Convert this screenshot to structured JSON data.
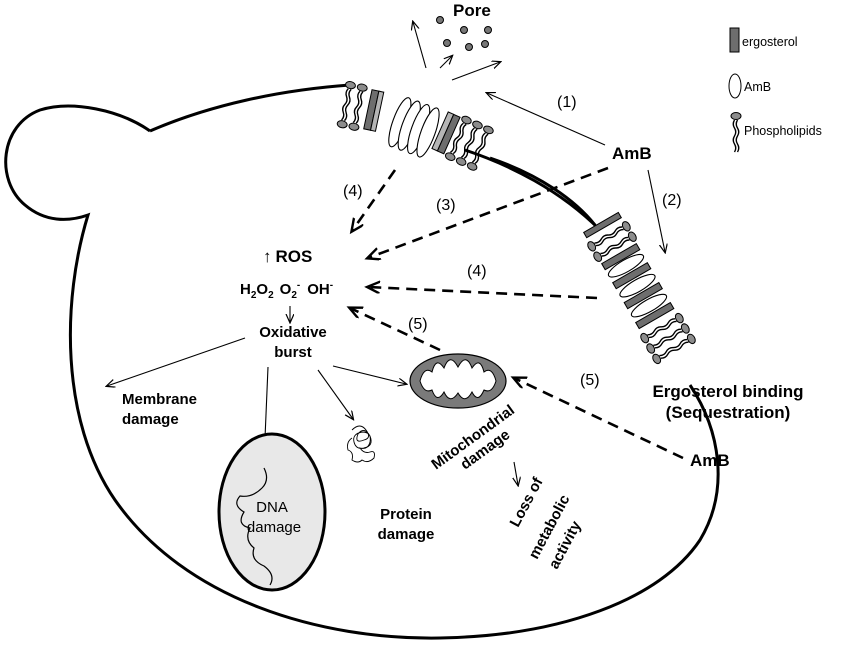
{
  "legend": {
    "ergosterol": "ergosterol",
    "amb": "AmB",
    "phospholipids": "Phospholipids"
  },
  "labels": {
    "pore": "Pore",
    "amb_top": "AmB",
    "amb_bottom": "AmB",
    "step1": "(1)",
    "step2": "(2)",
    "step3": "(3)",
    "step4_left": "(4)",
    "step4_right": "(4)",
    "step5_center": "(5)",
    "step5_right": "(5)",
    "ros_arrow": "↑",
    "ros": "ROS",
    "h2o2_h": "H",
    "h2o2_2a": "2",
    "h2o2_o": "O",
    "h2o2_2b": "2",
    "o2_o": "O",
    "o2_2": "2",
    "o2_charge": "-",
    "oh": "OH",
    "oh_charge": "-",
    "oxidative_1": "Oxidative",
    "oxidative_2": "burst",
    "membrane_1": "Membrane",
    "membrane_2": "damage",
    "dna_1": "DNA",
    "dna_2": "damage",
    "protein_1": "Protein",
    "protein_2": "damage",
    "mito_1": "Mitochondrial",
    "mito_2": "damage",
    "loss_1": "Loss of",
    "loss_2": "metabolic",
    "loss_3": "activity",
    "ergo_bind_1": "Ergosterol binding",
    "ergo_bind_2": "(Sequestration)"
  },
  "colors": {
    "ergosterol": "#6e6e6e",
    "phospholipid_head": "#8c8c8c",
    "mitochondrion": "#7a7a7a",
    "nucleus": "#e8e8e8"
  }
}
